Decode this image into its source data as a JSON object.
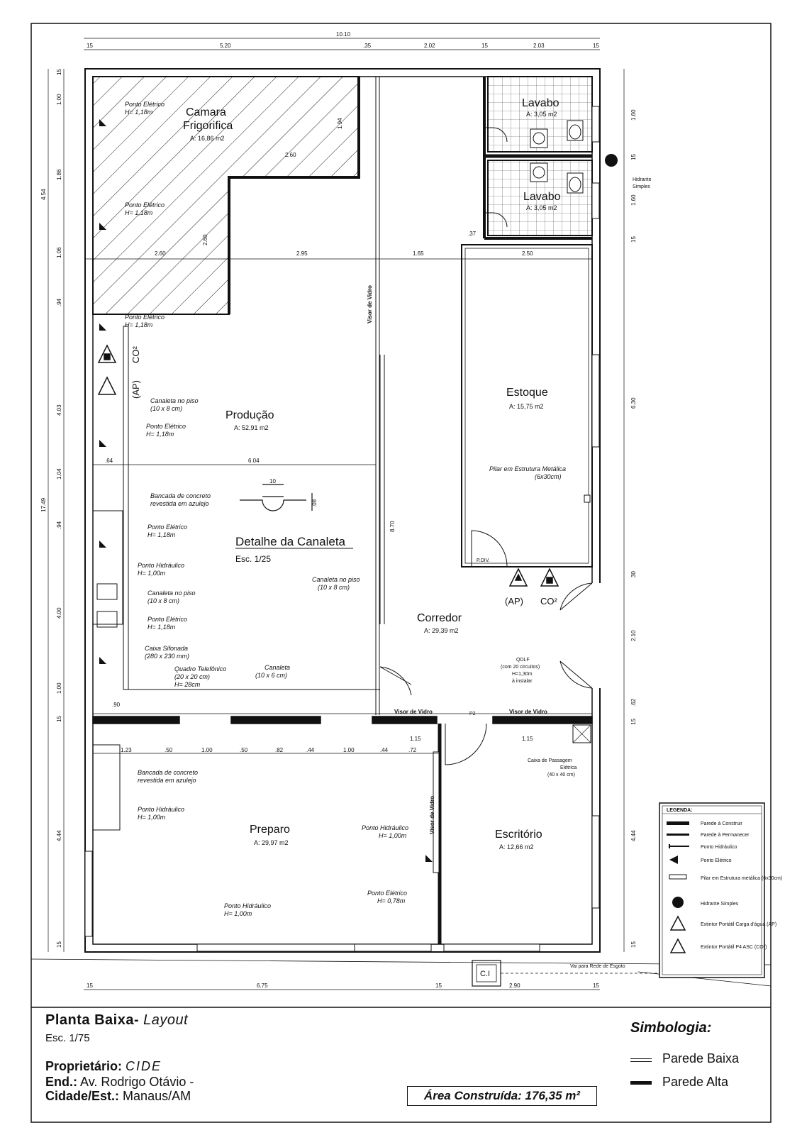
{
  "title_block": {
    "title_bold": "Planta Baixa-",
    "title_italic": "Layout",
    "scale": "Esc. 1/75",
    "owner_label": "Proprietário:",
    "owner": "CIDE",
    "address_label": "End.:",
    "address": "Av. Rodrigo Otávio -",
    "city_label": "Cidade/Est.:",
    "city": "Manaus/AM",
    "built_area": "Área Construída: 176,35 m²"
  },
  "symbology": {
    "title": "Simbologia:",
    "low_wall": "Parede Baixa",
    "high_wall": "Parede Alta"
  },
  "rooms": {
    "camara_1": "Camara",
    "camara_2": "Frigorifica",
    "camara_area": "A: 16,86 m2",
    "lavabo1": "Lavabo",
    "lavabo1_area": "A: 3,05 m2",
    "lavabo2": "Lavabo",
    "lavabo2_area": "A: 3,05 m2",
    "producao": "Produção",
    "producao_area": "A: 52,91 m2",
    "estoque": "Estoque",
    "estoque_area": "A: 15,75 m2",
    "corredor": "Corredor",
    "corredor_area": "A: 29,39 m2",
    "preparo": "Preparo",
    "preparo_area": "A: 29,97 m2",
    "escritorio": "Escritório",
    "escritorio_area": "A: 12,66 m2"
  },
  "detail": {
    "title": "Detalhe da Canaleta",
    "scale": "Esc. 1/25",
    "w": "10",
    "h": ".08"
  },
  "annotations": {
    "ponto_eletrico": "Ponto Elétrico",
    "h118": "H= 1,18m",
    "h078": "H= 0,78m",
    "ponto_hidraulico": "Ponto Hidráulico",
    "h100": "H= 1,00m",
    "canaleta_piso": "Canaleta no piso",
    "canaleta_dim": "(10 x 8 cm)",
    "bancada_1": "Bancada de concreto",
    "bancada_2": "revestida em azulejo",
    "caixa_sif_1": "Caixa Sifonada",
    "caixa_sif_2": "(280 x 230 mm)",
    "quadro_tel_1": "Quadro Telefônico",
    "quadro_tel_2": "(20 x 20 cm)",
    "quadro_tel_3": "H= 28cm",
    "canaleta": "Canaleta",
    "canaleta_dim2": "(10 x 6 cm)",
    "pilar_1": "Pilar em Estrutura Metálica",
    "pilar_2": "(6x30cm)",
    "qdlf_1": "QDLF",
    "qdlf_2": "(com 20 circuitos)",
    "qdlf_3": "H=1,30m",
    "qdlf_4": "à instalar",
    "caixa_pass_1": "Caixa de Passagem",
    "caixa_pass_2": "Elétrica",
    "caixa_pass_3": "(40 x 40 cm)",
    "visor": "Visor de Vidro",
    "hidrante_1": "Hidrante",
    "hidrante_2": "Simples",
    "ap": "(AP)",
    "co2": "CO²",
    "ci": "C.I",
    "esgoto": "Vai para Rede de Esgoto",
    "p2": "P2",
    "pdiv": "P.DIV."
  },
  "legend": {
    "title": "LEGENDA:",
    "items": [
      "Parede à Construir",
      "Parede à Permanecer",
      "Ponto Hidráulico",
      "Ponto Elétrico",
      "Pilar em Estrutura metálica (6x30cm)",
      "Hidrante Simples",
      "Extintor Portátil Carga d'água (AP)",
      "Extintor Portátil P4 ASC (CO²)"
    ]
  },
  "dimensions": {
    "top_total": "10.10",
    "top_parts": [
      "15",
      "5.20",
      ".35",
      "2.02",
      "15",
      "2.03",
      "15"
    ],
    "bottom_parts": [
      "15",
      "6.75",
      "15",
      "2.90",
      "15"
    ],
    "left_total": "17.49",
    "left_parts": [
      "15",
      "1.00",
      "1.86",
      "4.54",
      "1.06",
      ".94",
      "4.03",
      "1.04",
      ".94",
      "4.00",
      "1.00",
      "15",
      "4.44",
      "15"
    ],
    "right_parts": [
      "1.60",
      "15",
      "1.60",
      "15",
      "6.30",
      "30",
      "2.10",
      ".62",
      "15",
      "4.44",
      "15"
    ],
    "inner": [
      "2.60",
      "2.95",
      "1.65",
      "2.50",
      "6.04",
      ".64",
      "2.60",
      "1.94",
      "2.60",
      "8.70",
      ".90",
      "1.23",
      ".50",
      "1.00",
      ".50",
      ".82",
      ".44",
      "1.00",
      ".44",
      ".72",
      "1.15",
      "1.15",
      ".37"
    ]
  }
}
